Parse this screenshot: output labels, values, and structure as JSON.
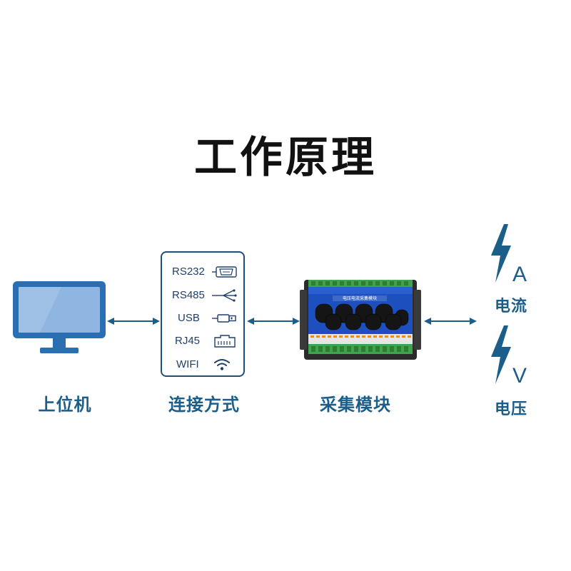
{
  "title": "工作原理",
  "nodes": {
    "host": {
      "caption": "上位机"
    },
    "connection": {
      "caption": "连接方式",
      "items": [
        {
          "label": "RS232",
          "icon": "db9-connector-icon"
        },
        {
          "label": "RS485",
          "icon": "wire-split-icon"
        },
        {
          "label": "USB",
          "icon": "usb-plug-icon"
        },
        {
          "label": "RJ45",
          "icon": "ethernet-port-icon"
        },
        {
          "label": "WIFI",
          "icon": "wifi-icon"
        }
      ]
    },
    "module": {
      "caption": "采集模块",
      "device_title": "电压电流采集模块"
    },
    "signals": [
      {
        "letter": "A",
        "caption": "电流",
        "icon": "lightning-bolt-icon"
      },
      {
        "letter": "V",
        "caption": "电压",
        "icon": "lightning-bolt-icon"
      }
    ]
  },
  "colors": {
    "title": "#111111",
    "accent": "#1b5e8a",
    "outline": "#1f4e79",
    "monitor_frame": "#2a6fb3",
    "monitor_screen": "#8fb6e0",
    "module_blue": "#1e4fbf"
  }
}
